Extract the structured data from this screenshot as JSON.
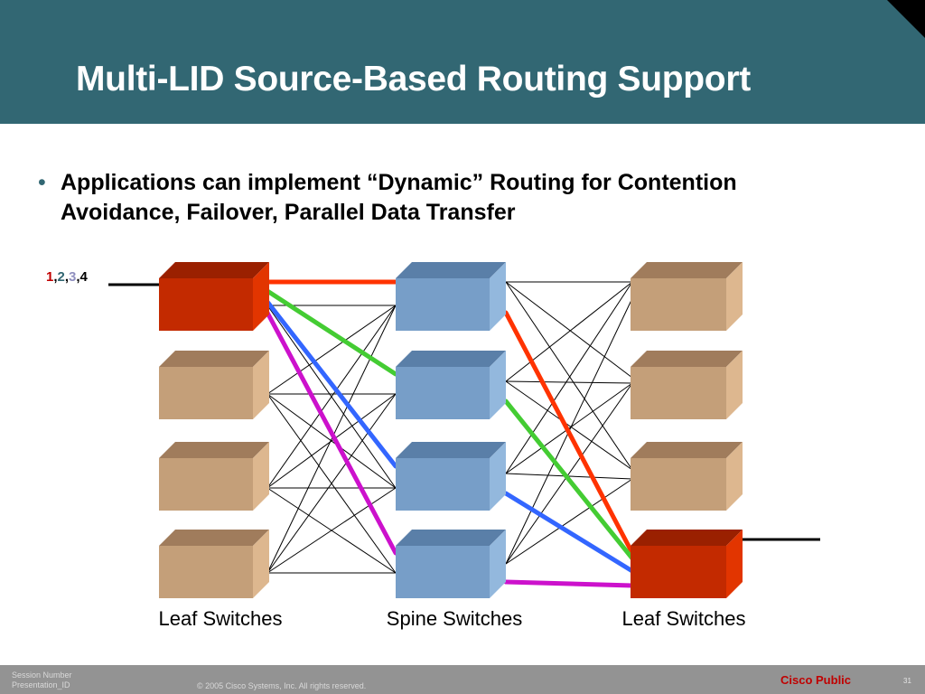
{
  "slide": {
    "title": "Multi-LID Source-Based Routing Support",
    "bullet_text": "Applications can implement “Dynamic” Routing for Contention Avoidance, Failover, Parallel Data Transfer"
  },
  "diagram": {
    "lid_labels": [
      {
        "text": "1",
        "color": "#c00000"
      },
      {
        "text": ",",
        "color": "#000000"
      },
      {
        "text": "2",
        "color": "#326773"
      },
      {
        "text": ",",
        "color": "#000000"
      },
      {
        "text": "3",
        "color": "#8f8fbf"
      },
      {
        "text": ",",
        "color": "#000000"
      },
      {
        "text": "4",
        "color": "#000000"
      }
    ],
    "column_labels": {
      "left": "Leaf Switches",
      "middle": "Spine Switches",
      "right": "Leaf Switches"
    },
    "colors": {
      "leaf": "#c49f79",
      "leaf_active": "#c32a00",
      "spine": "#779ec8",
      "route_1": "#ff3300",
      "route_2": "#44cc33",
      "route_3": "#3366ff",
      "route_4": "#cc11cc"
    }
  },
  "footer": {
    "session_number": "Session Number",
    "presentation_id": "Presentation_ID",
    "copyright": "© 2005 Cisco Systems, Inc. All rights reserved.",
    "classification": "Cisco Public",
    "page_number": "31"
  }
}
